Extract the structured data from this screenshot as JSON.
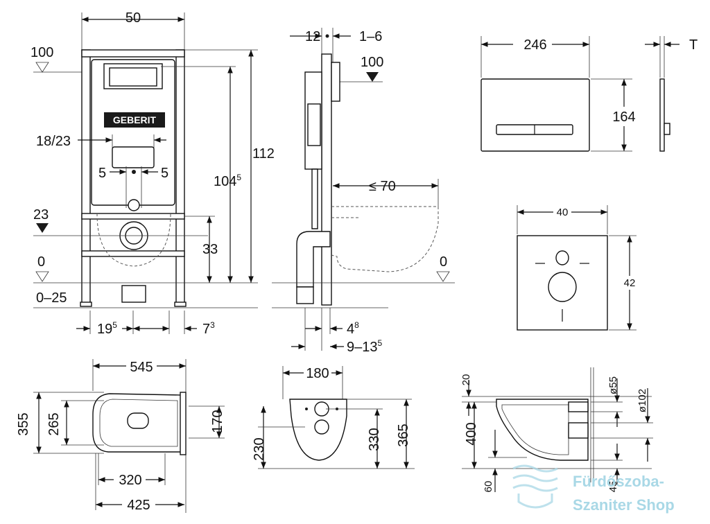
{
  "frame_front": {
    "width": "50",
    "level_100": "100",
    "brand": "GEBERIT",
    "dim_18_23": "18/23",
    "dim_5_left": "5",
    "dim_5_right": "5",
    "height_112": "112",
    "height_104": "104",
    "height_104_sup": "5",
    "level_23": "23",
    "dim_33": "33",
    "level_0": "0",
    "dim_0_25": "0–25",
    "dim_19": "19",
    "dim_19_sup": "5",
    "dim_7": "7",
    "dim_7_sup": "3"
  },
  "frame_side": {
    "dim_12": "12",
    "dim_1_6": "1–6",
    "level_100": "100",
    "dim_70": "≤ 70",
    "level_0": "0",
    "dim_4": "4",
    "dim_4_sup": "8",
    "dim_9_13": "9–13",
    "dim_9_13_sup": "5"
  },
  "flush_plate": {
    "width": "246",
    "height": "164",
    "thickness": "T"
  },
  "sound_pad": {
    "width": "40",
    "height": "42"
  },
  "bowl_top": {
    "length": "545",
    "width": "355",
    "dim_265": "265",
    "dim_170": "170",
    "dim_320": "320",
    "dim_425": "425"
  },
  "bowl_front": {
    "dim_180": "180",
    "dim_230": "230",
    "dim_330": "330",
    "dim_365": "365"
  },
  "bowl_side": {
    "dim_20": "20",
    "dim_400": "400",
    "dim_60": "60",
    "dia_55": "ø55",
    "dia_102": "ø102",
    "dim_45": "45"
  },
  "watermark": {
    "line1": "Fürdőszoba-",
    "line2": "Szaniter Shop"
  }
}
